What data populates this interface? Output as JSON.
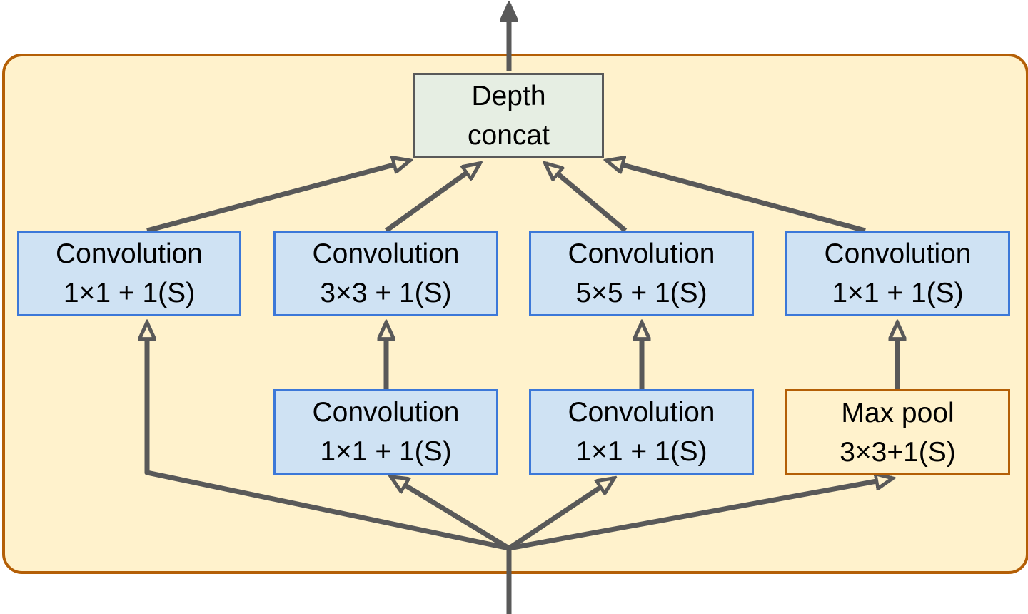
{
  "colors": {
    "module_fill": "#fff2cc",
    "module_border": "#b45f06",
    "conv_fill": "#cfe2f3",
    "conv_border": "#3c78d8",
    "concat_fill": "#e6eee3",
    "arrow": "#595959"
  },
  "nodes": {
    "depth_concat": {
      "line1": "Depth",
      "line2": "concat"
    },
    "conv_a": {
      "line1": "Convolution",
      "line2": "1×1 + 1(S)"
    },
    "conv_b": {
      "line1": "Convolution",
      "line2": "3×3 + 1(S)"
    },
    "conv_c": {
      "line1": "Convolution",
      "line2": "5×5 + 1(S)"
    },
    "conv_d": {
      "line1": "Convolution",
      "line2": "1×1 + 1(S)"
    },
    "conv_e": {
      "line1": "Convolution",
      "line2": "1×1 + 1(S)"
    },
    "conv_f": {
      "line1": "Convolution",
      "line2": "1×1 + 1(S)"
    },
    "max_pool": {
      "line1": "Max pool",
      "line2": "3×3+1(S)"
    }
  }
}
